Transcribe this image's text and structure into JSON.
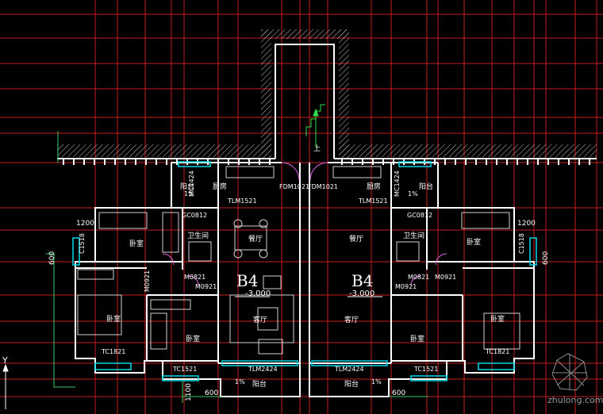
{
  "drawing": {
    "colors": {
      "background": "#000000",
      "grid": "#c81e1e",
      "wall": "#ffffff",
      "window": "#00d8e8",
      "hatch": "#bfbfbf",
      "furniture": "#d0d0d0",
      "door": "#e060e0",
      "stair": "#2ee04a",
      "dimension": "#33cc66"
    },
    "units": {
      "left": {
        "name": "B4",
        "elevation": "-3.000"
      },
      "right": {
        "name": "B4",
        "elevation": "-3.000"
      }
    },
    "stair_label": "上",
    "rooms": {
      "kitchen_left": "厨房",
      "kitchen_right": "厨房",
      "balcony_left": "阳台",
      "balcony_right": "阳台",
      "bath_left": "卫生间",
      "bath_right": "卫生间",
      "dining_left": "餐厅",
      "dining_right": "餐厅",
      "living_left": "客厅",
      "living_right": "客厅",
      "bed_ul": "卧室",
      "bed_ur": "卧室",
      "bed_ll": "卧室",
      "bed_lm": "卧室",
      "bed_rm": "卧室",
      "bed_lr": "卧室",
      "balcony_bottom_left": "阳台",
      "balcony_bottom_right": "阳台"
    },
    "tags": {
      "mc1424_left": "MC1424",
      "mc1424_right": "MC1424",
      "fdm_left": "FDM1021",
      "fdm_right": "FDM1021",
      "tlm1521_left": "TLM1521",
      "tlm1521_right": "TLM1521",
      "gc0812_left": "GC0812",
      "gc0812_right": "GC0812",
      "c1518_left": "C1518",
      "c1518_right": "C1518",
      "m0921_a": "M0921",
      "m0821_a": "M0821",
      "m0921_b": "M0921",
      "m0921_c": "M0921",
      "m0821_b": "M0821",
      "m0921_d": "M0921",
      "tc1821_left": "TC1821",
      "tc1821_right": "TC1821",
      "tc1521_left": "TC1521",
      "tc1521_right": "TC1521",
      "tlm2424_left": "TLM2424",
      "tlm2424_right": "TLM2424",
      "slope_a": "1%",
      "slope_b": "1%",
      "slope_c": "1%",
      "slope_d": "1%"
    },
    "dimensions": {
      "d1200_left": "1200",
      "d1200_right": "1200",
      "d600_left": "600",
      "d600_right": "600",
      "d600_bl": "600",
      "d600_br": "600",
      "d1100": "1100"
    },
    "axis_label": "Y",
    "watermark": "zhulong.com"
  }
}
